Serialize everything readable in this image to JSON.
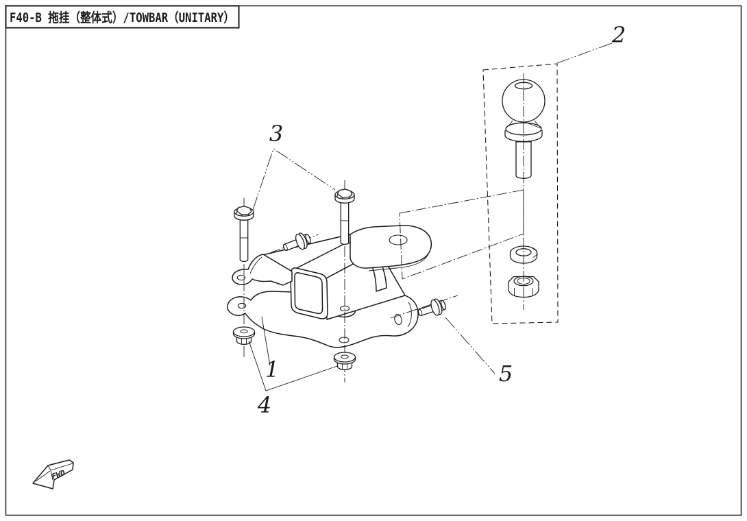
{
  "title": {
    "text": "F40-B 拖挂（整体式）/TOWBAR（UNITARY）"
  },
  "callouts": {
    "c1": {
      "label": "1"
    },
    "c2": {
      "label": "2"
    },
    "c3": {
      "label": "3"
    },
    "c4": {
      "label": "4"
    },
    "c5": {
      "label": "5"
    }
  },
  "direction_marker": {
    "label": "FWD"
  },
  "colors": {
    "ink": "#1a1a1a",
    "paper": "#ffffff"
  }
}
